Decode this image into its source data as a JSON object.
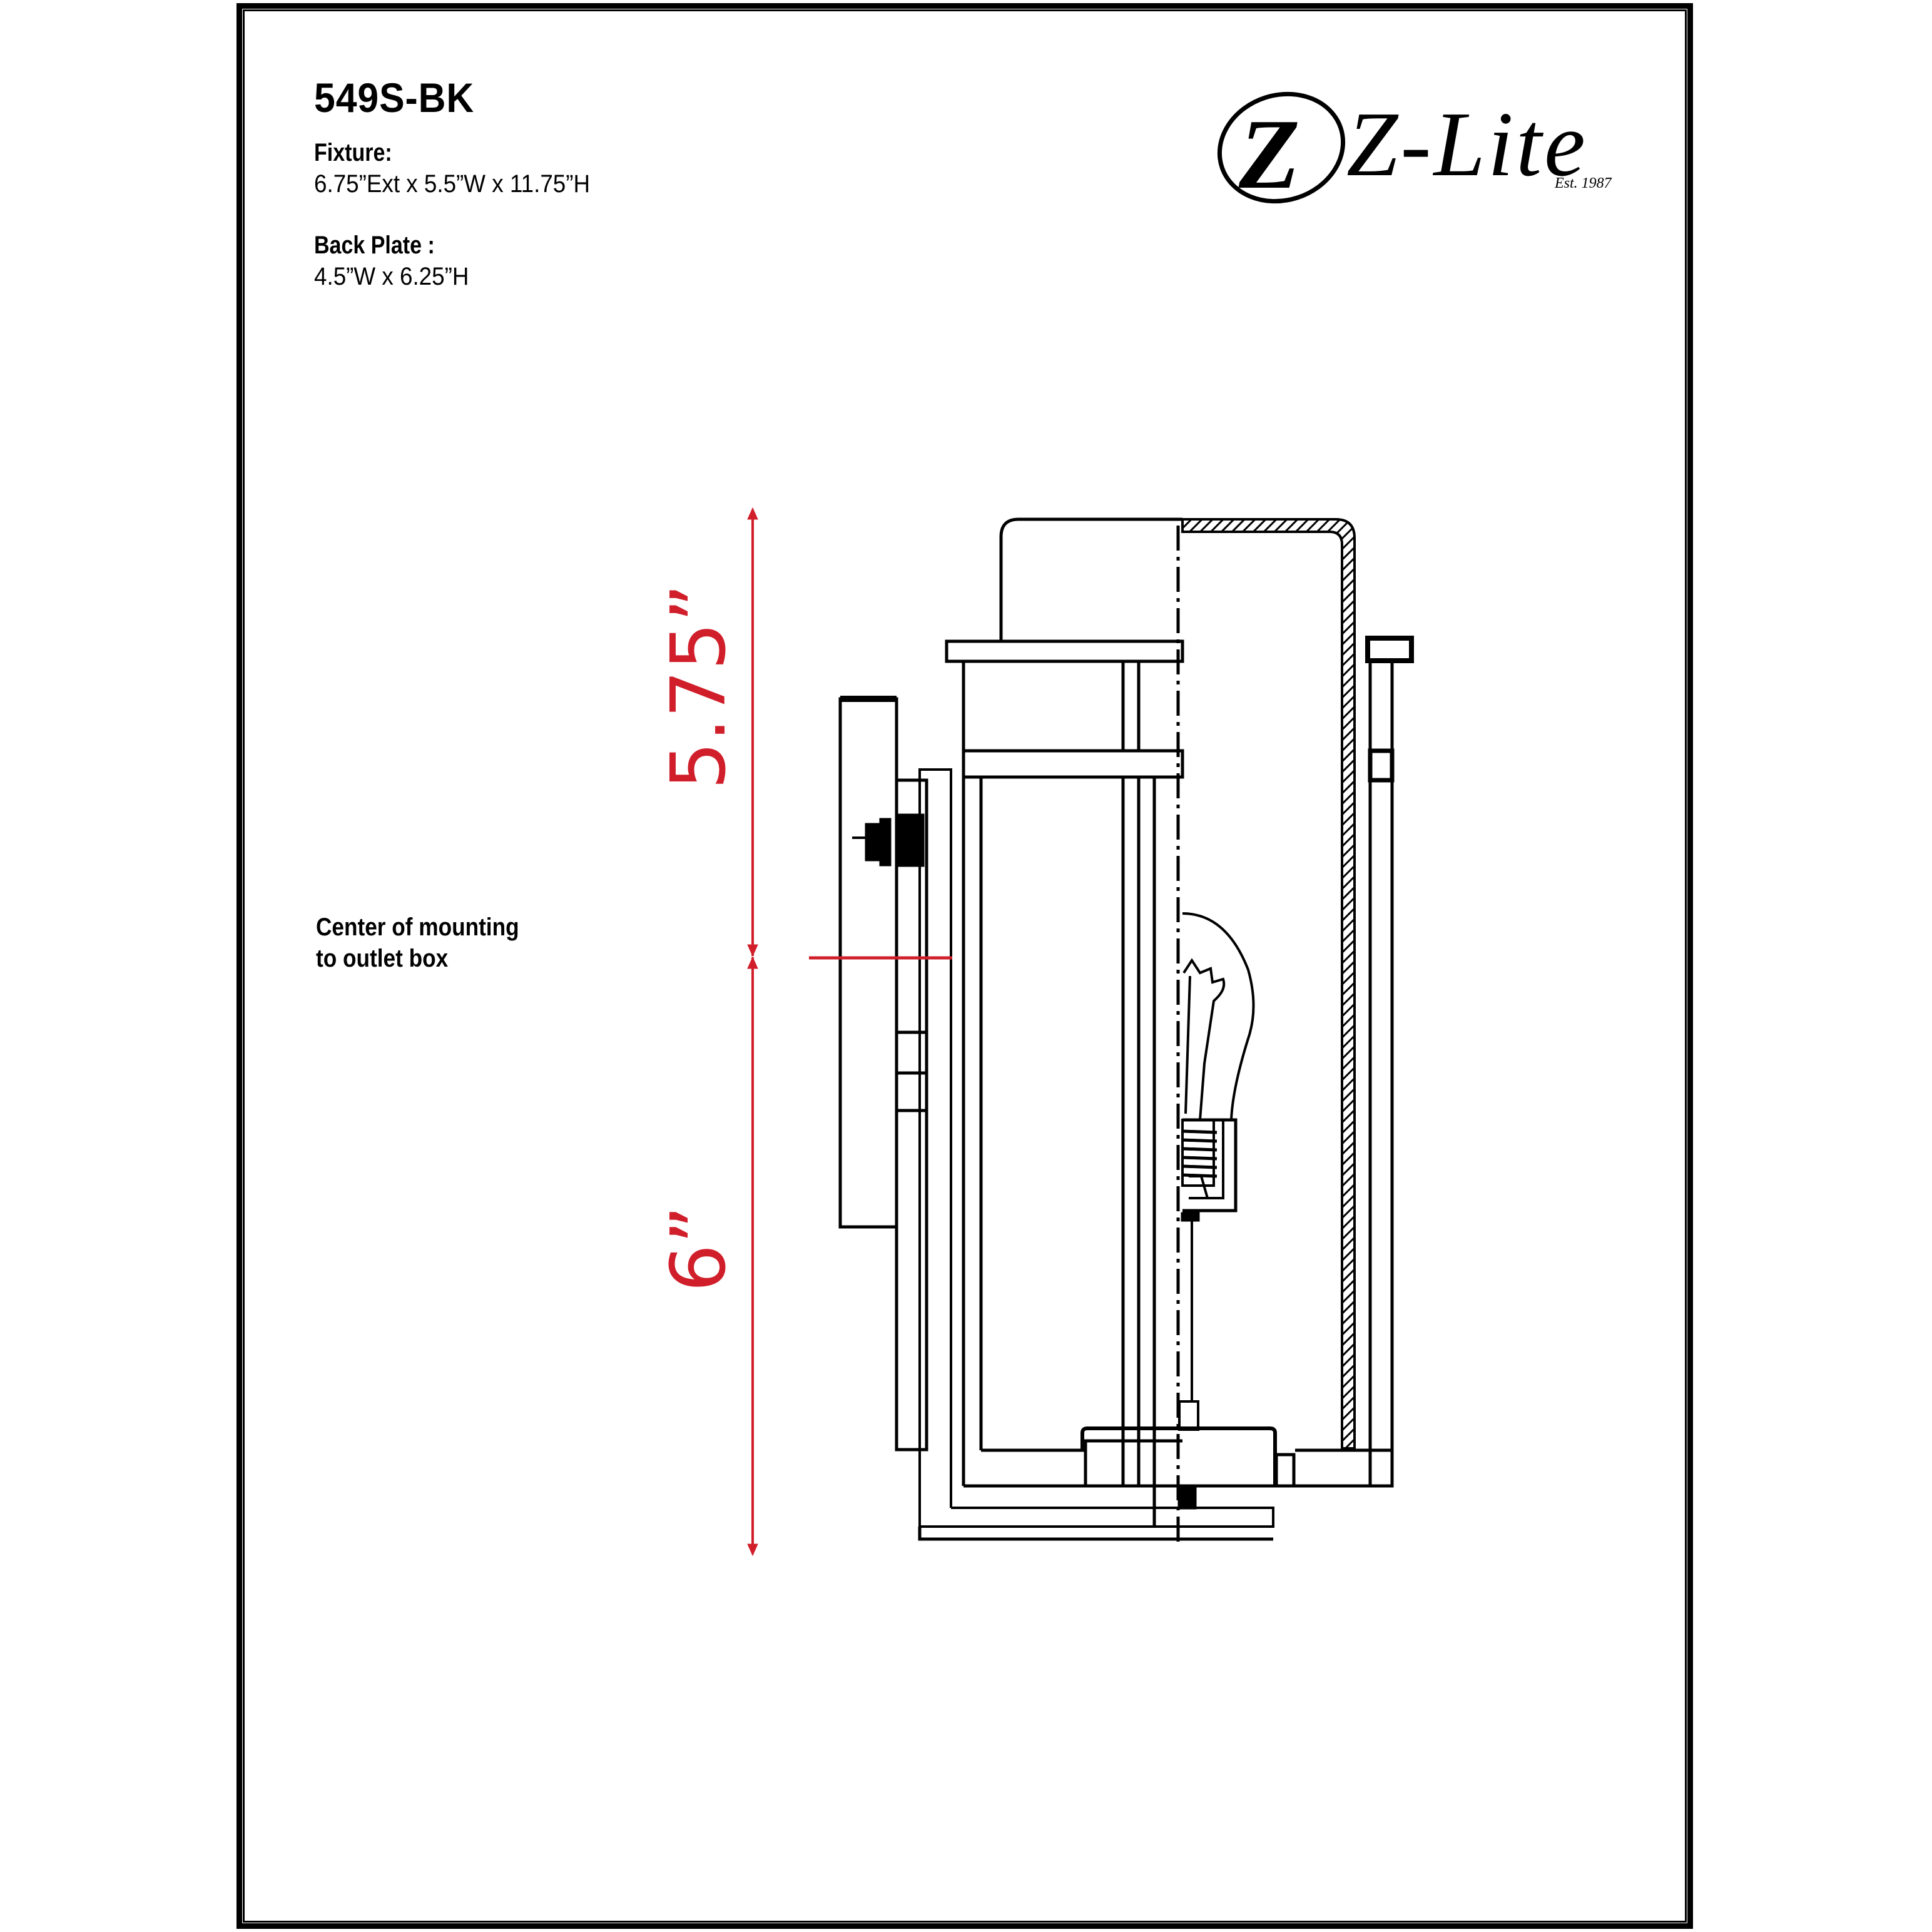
{
  "sheet": {
    "model_number": "549S-BK",
    "fixture_label": "Fixture:",
    "fixture_dims": "6.75”Ext x 5.5”W x 11.75”H",
    "backplate_label": "Back Plate :",
    "backplate_dims": "4.5”W x 6.25”H"
  },
  "logo": {
    "monogram": "Z",
    "brand": "Z-Lite",
    "established": "Est. 1987"
  },
  "annotations": {
    "mounting_center_line1": "Center of mounting",
    "mounting_center_line2": "to outlet box"
  },
  "dimensions": {
    "upper": "5.75”",
    "lower": "6”",
    "color": "#d01f2a"
  },
  "colors": {
    "line": "#000000",
    "dimension": "#d01f2a",
    "background": "#ffffff"
  }
}
